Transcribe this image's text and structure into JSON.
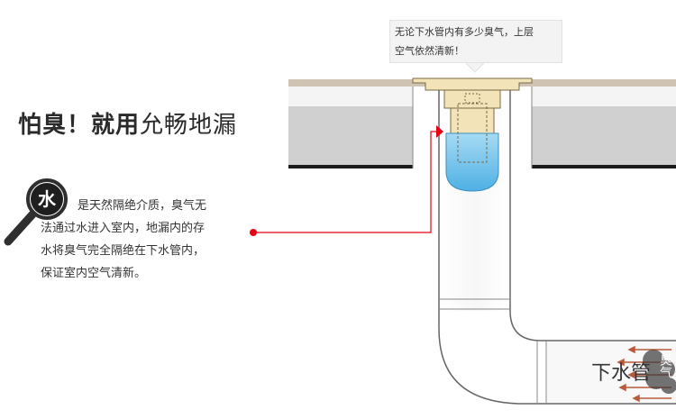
{
  "callout": {
    "lines": [
      "无论下水管内有多少臭气，上层",
      "空气依然清新！"
    ]
  },
  "headline": {
    "bold": "怕臭！就用",
    "light": "允畅地漏"
  },
  "magnifier": {
    "label": "水"
  },
  "description": {
    "lines": [
      "是天然隔绝介质，臭气无",
      "法通过水进入室内，地漏内的存",
      "水将臭气完全隔绝在下水管内，",
      "保证室内空气清新。"
    ]
  },
  "pipe": {
    "label": "下水管",
    "gas_label": "臭气"
  },
  "colors": {
    "water": "#6cc0ea",
    "pointer": "#e60012",
    "floor_top": "#cfc4b3",
    "floor_concrete": "#d0d0d0",
    "drain_body": "#f2e3b8"
  },
  "icons": [
    "magnifier-icon",
    "odor-arrow-icon"
  ]
}
